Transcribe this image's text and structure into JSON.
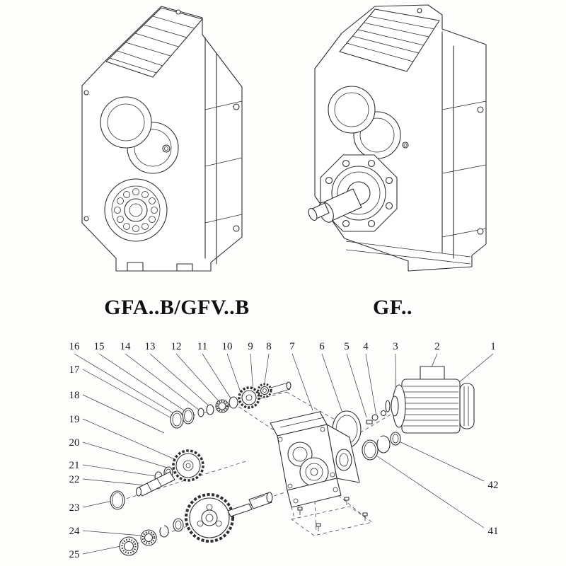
{
  "page": {
    "ink_color": "#2f2f2f",
    "background": "#fdfdfc"
  },
  "products": [
    {
      "name": "GFA..B/GFV..B"
    },
    {
      "name": "GF.."
    }
  ],
  "exploded": {
    "top": [
      "16",
      "15",
      "14",
      "13",
      "12",
      "11",
      "10",
      "9",
      "8",
      "7",
      "6",
      "5",
      "4",
      "3",
      "2",
      "1"
    ],
    "left": [
      "17",
      "18",
      "19",
      "20",
      "21",
      "22",
      "23",
      "24",
      "25"
    ],
    "right": [
      "42",
      "41"
    ]
  }
}
